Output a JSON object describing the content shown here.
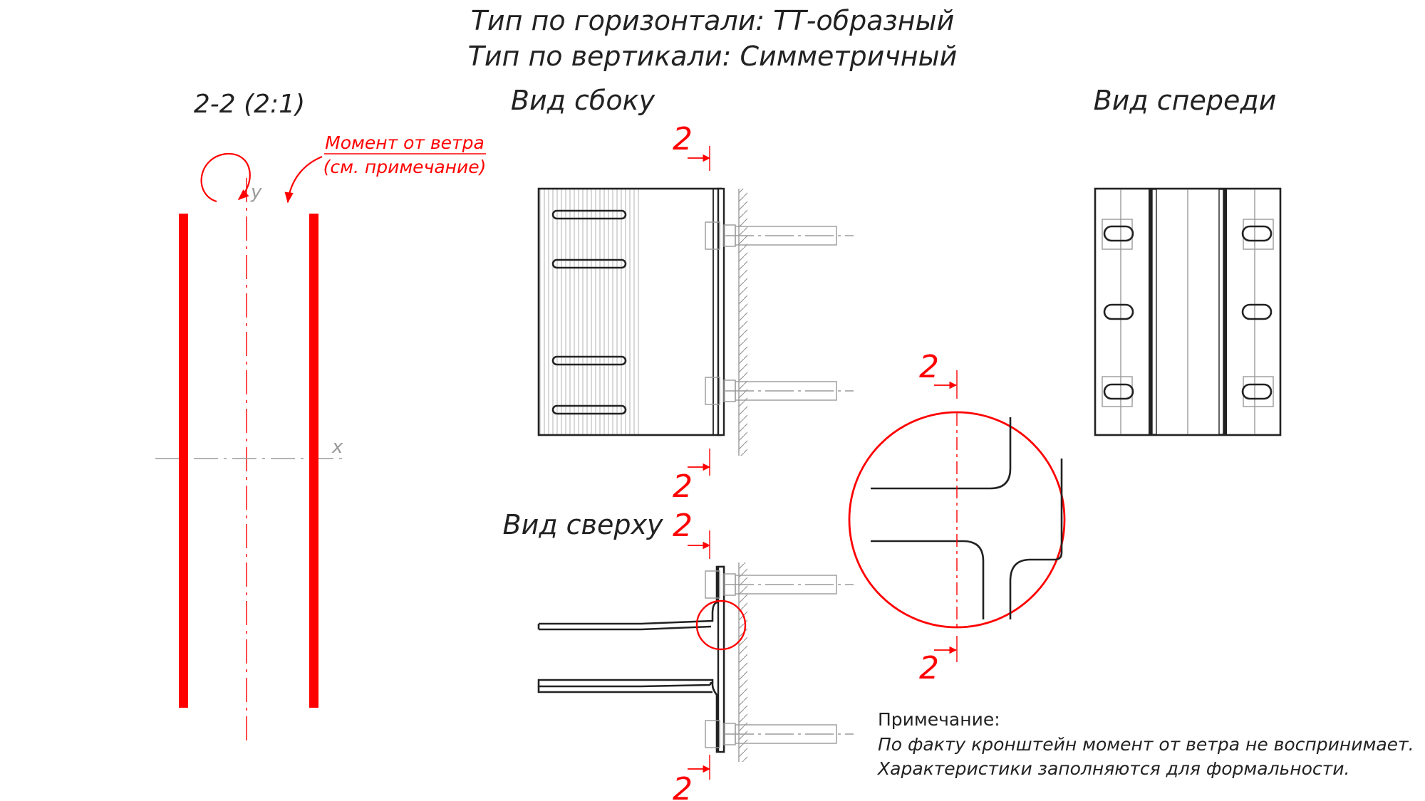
{
  "header": {
    "horizontal_type": "Тип по горизонтали: ТТ-образный",
    "vertical_type": "Тип по вертикали: Симметричный"
  },
  "views": {
    "section": "2-2 (2:1)",
    "side": "Вид сбоку",
    "front": "Вид спереди",
    "top": "Вид сверху"
  },
  "annotation": {
    "line1": "Момент от ветра",
    "line2": "(см. примечание)"
  },
  "axes": {
    "x": "x",
    "y": "y"
  },
  "section_mark": "2",
  "note": {
    "title": "Примечание:",
    "line1": "По факту кронштейн момент от ветра не воспринимает.",
    "line2": "Характеристики заполняются для формальности."
  },
  "colors": {
    "accent": "#ff0000",
    "line": "#222222",
    "thin": "#9a9a9a"
  }
}
